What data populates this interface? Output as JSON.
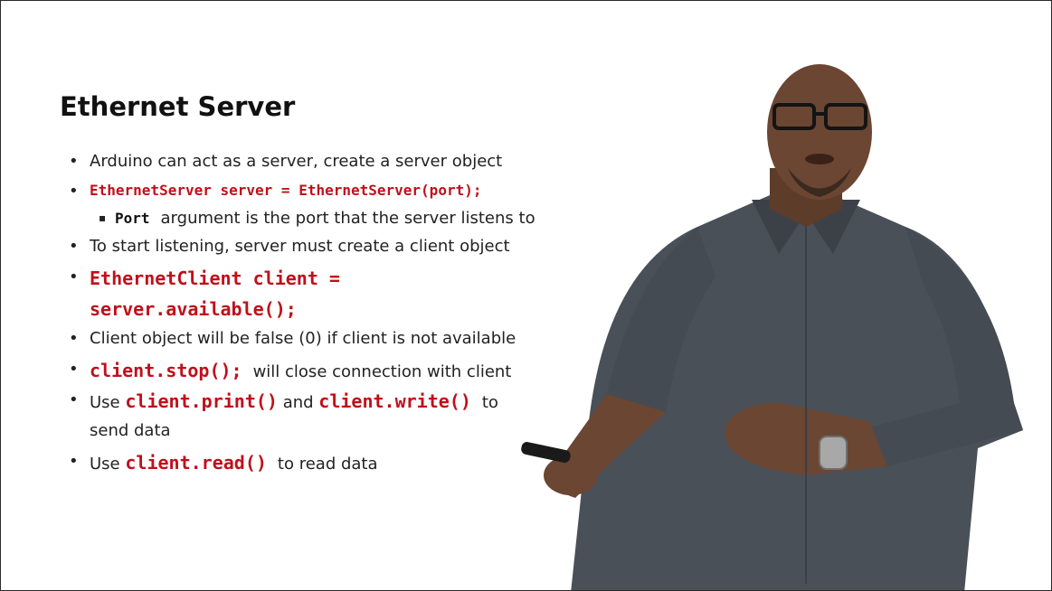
{
  "slide": {
    "title": "Ethernet Server",
    "bullet_char": "•",
    "sub_bullet_char": "▪",
    "lines": [
      {
        "text": "Arduino can act as a server, create a server object"
      },
      {
        "code": "EthernetServer server = EthernetServer(port);"
      },
      {
        "code": "Port",
        "text": "argument is the port that the server listens to"
      },
      {
        "text": "To start listening, server must create a client object"
      },
      {
        "code1": "EthernetClient client =",
        "code2": "server.available();"
      },
      {
        "text": "Client object will be false (0) if client is not available"
      },
      {
        "code": "client.stop();",
        "text": "will close connection with client"
      },
      {
        "pre": "Use",
        "code1": "client.print()",
        "mid": "and",
        "code2": "client.write()",
        "post": "to",
        "cont": "send data"
      },
      {
        "pre": "Use",
        "code": "client.read()",
        "post": "to read data"
      }
    ]
  },
  "colors": {
    "code_red": "#c0101a",
    "text": "#222222",
    "shirt": "#4a5058",
    "skin": "#6b4632"
  }
}
